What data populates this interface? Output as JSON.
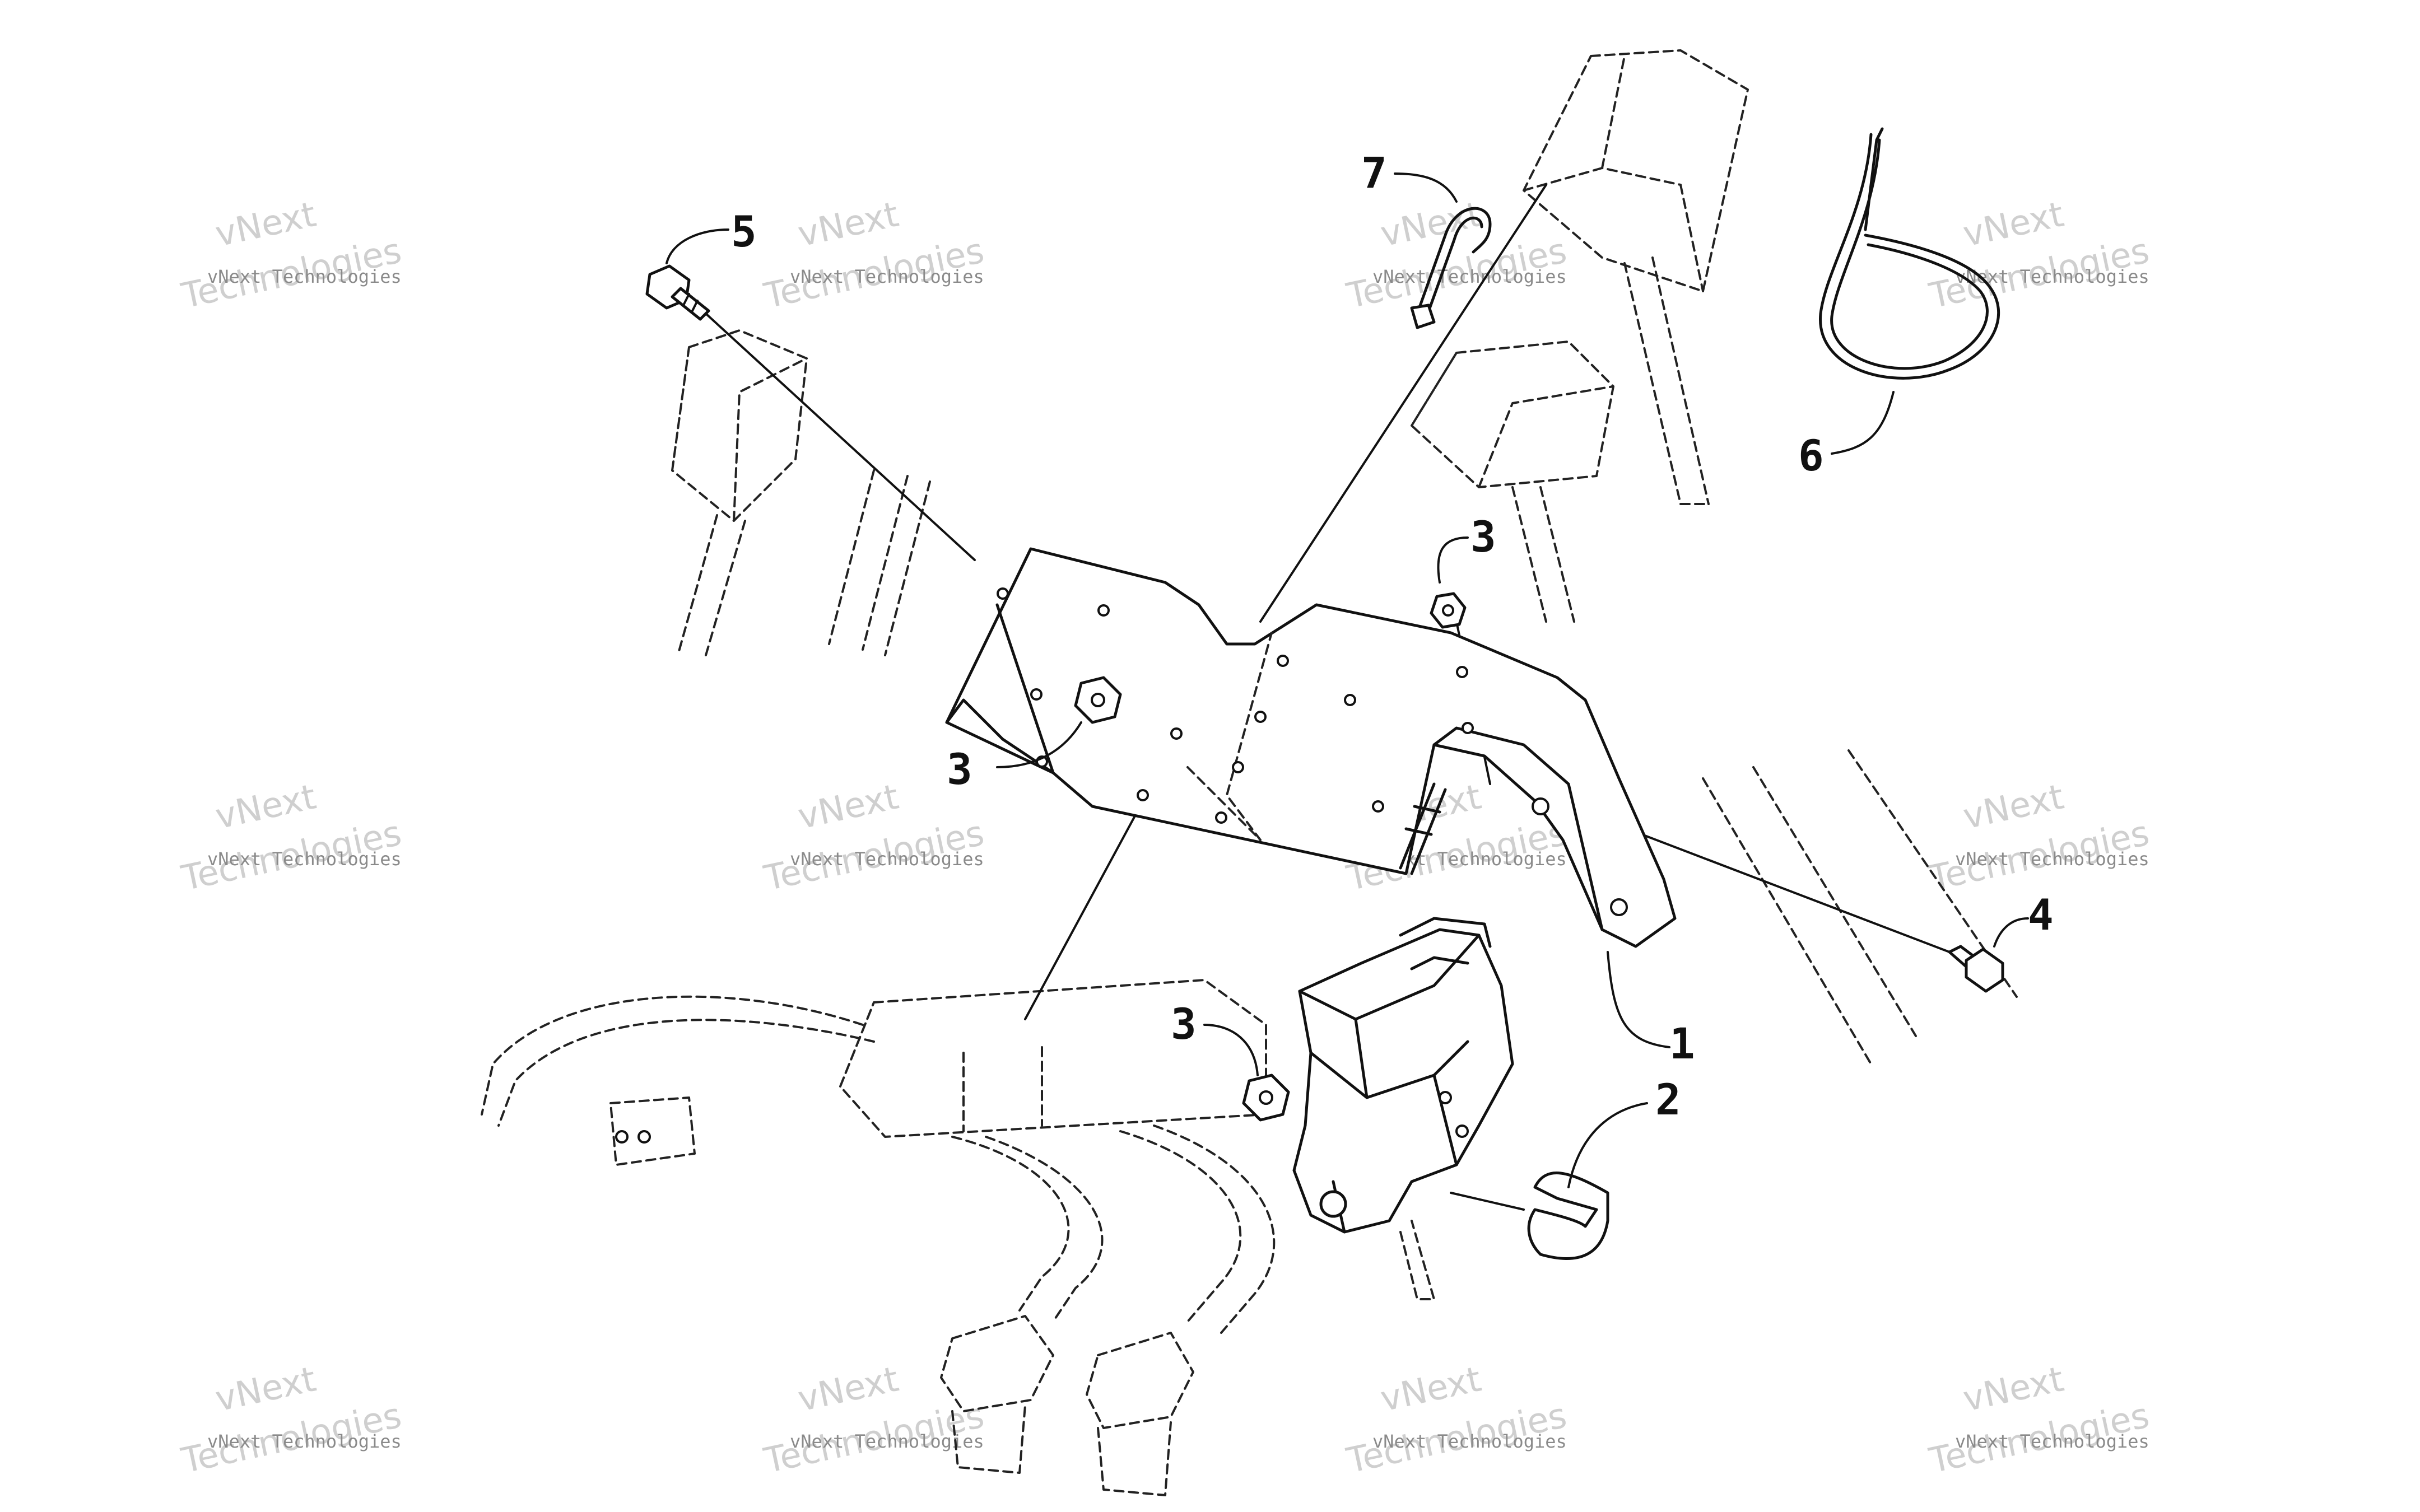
{
  "callouts": {
    "c1": "1",
    "c2": "2",
    "c3a": "3",
    "c3b": "3",
    "c3c": "3",
    "c4": "4",
    "c5": "5",
    "c6": "6",
    "c7": "7"
  },
  "watermark": {
    "line": "vNext Technologies",
    "word1": "vNext",
    "word2": "Technologies"
  }
}
